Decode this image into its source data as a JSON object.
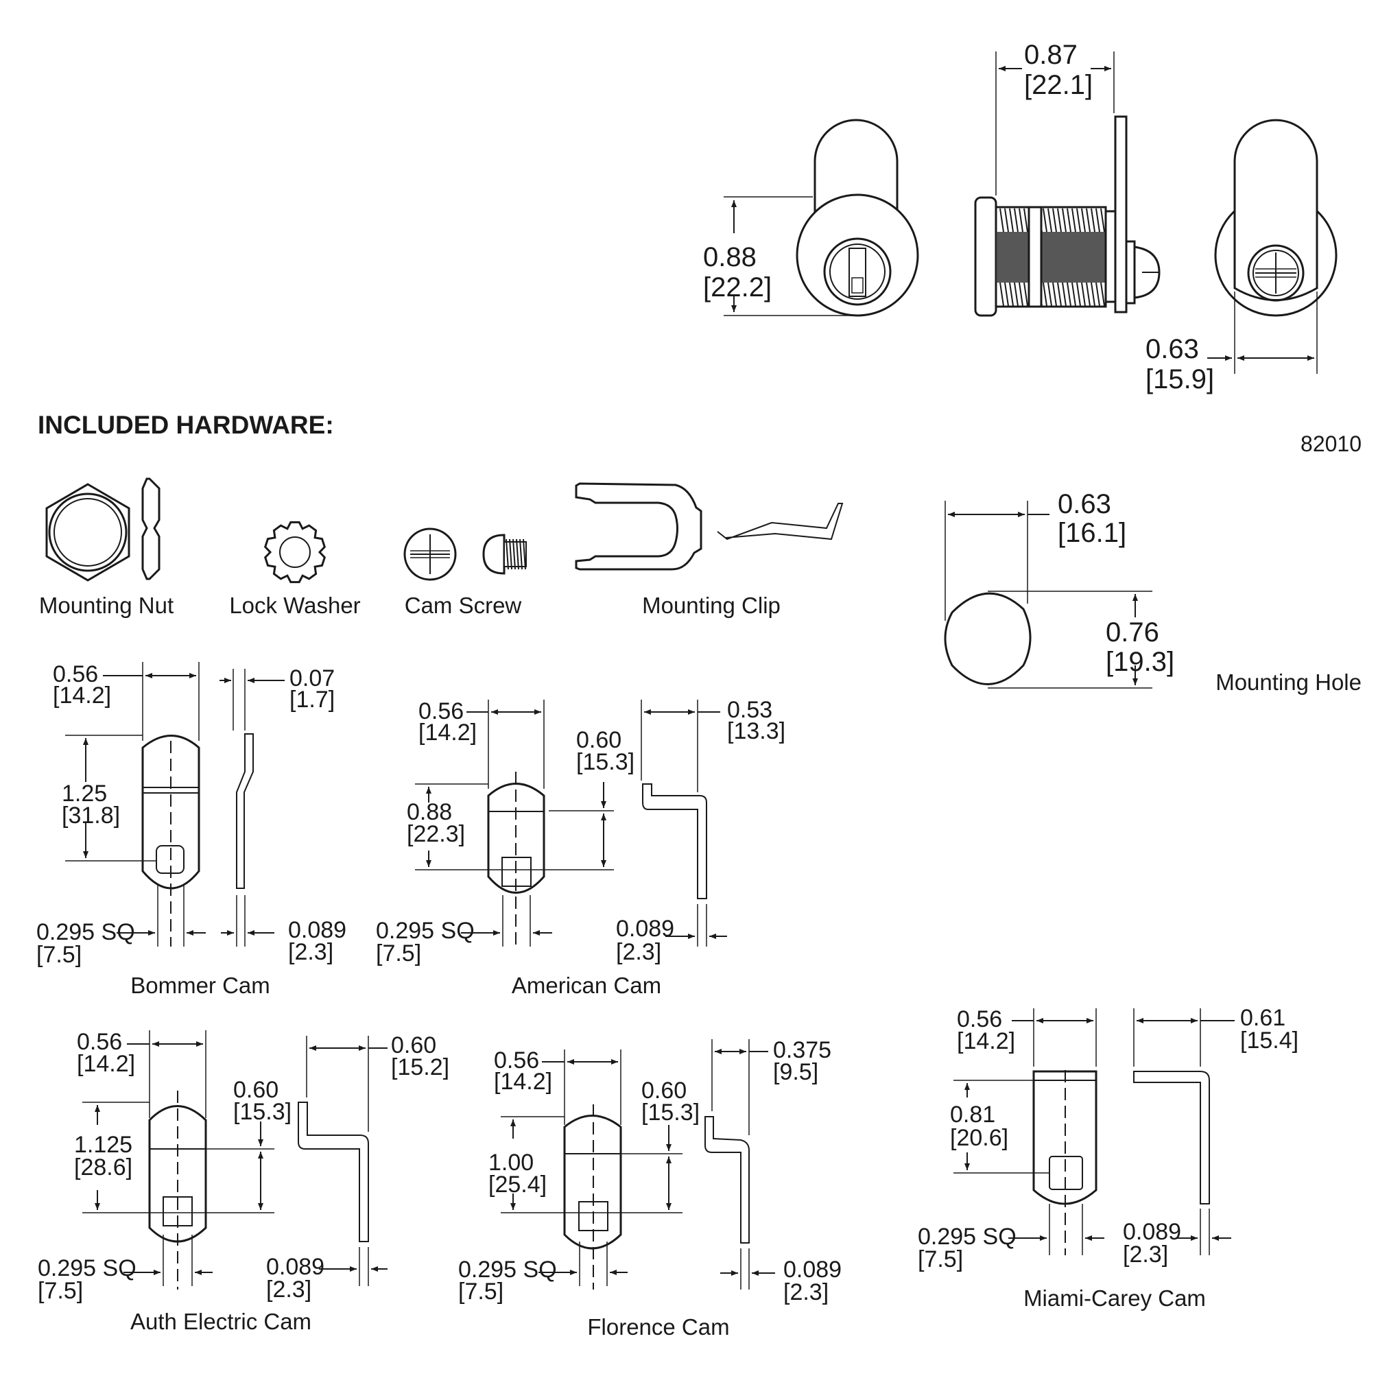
{
  "part_number": "82010",
  "section_heading": "INCLUDED HARDWARE:",
  "lock_views": {
    "front_height": {
      "in": "0.88",
      "mm": "[22.2]"
    },
    "side_length": {
      "in": "0.87",
      "mm": "[22.1]"
    },
    "rear_width": {
      "in": "0.63",
      "mm": "[15.9]"
    }
  },
  "hardware": [
    {
      "label": "Mounting Nut"
    },
    {
      "label": "Lock Washer"
    },
    {
      "label": "Cam Screw"
    },
    {
      "label": "Mounting Clip"
    }
  ],
  "mounting_hole": {
    "label": "Mounting Hole",
    "width": {
      "in": "0.63",
      "mm": "[16.1]"
    },
    "height": {
      "in": "0.76",
      "mm": "[19.3]"
    }
  },
  "cams": [
    {
      "name": "Bommer Cam",
      "width": {
        "in": "0.56",
        "mm": "[14.2]"
      },
      "length": {
        "in": "1.25",
        "mm": "[31.8]"
      },
      "offset": {
        "in": "0.07",
        "mm": "[1.7]"
      },
      "square": {
        "in": "0.295 SQ",
        "mm": "[7.5]"
      },
      "thickness": {
        "in": "0.089",
        "mm": "[2.3]"
      }
    },
    {
      "name": "American Cam",
      "width": {
        "in": "0.56",
        "mm": "[14.2]"
      },
      "length": {
        "in": "0.88",
        "mm": "[22.3]"
      },
      "center": {
        "in": "0.60",
        "mm": "[15.3]"
      },
      "offset": {
        "in": "0.53",
        "mm": "[13.3]"
      },
      "square": {
        "in": "0.295  SQ",
        "mm": "[7.5]"
      },
      "thickness": {
        "in": "0.089",
        "mm": "[2.3]"
      }
    },
    {
      "name": "Auth Electric Cam",
      "width": {
        "in": "0.56",
        "mm": "[14.2]"
      },
      "length": {
        "in": "1.125",
        "mm": "[28.6]"
      },
      "center": {
        "in": "0.60",
        "mm": "[15.3]"
      },
      "offset": {
        "in": "0.60",
        "mm": "[15.2]"
      },
      "square": {
        "in": "0.295  SQ",
        "mm": "[7.5]"
      },
      "thickness": {
        "in": "0.089",
        "mm": "[2.3]"
      }
    },
    {
      "name": "Florence Cam",
      "width": {
        "in": "0.56",
        "mm": "[14.2]"
      },
      "length": {
        "in": "1.00",
        "mm": "[25.4]"
      },
      "center": {
        "in": "0.60",
        "mm": "[15.3]"
      },
      "offset": {
        "in": "0.375",
        "mm": "[9.5]"
      },
      "square": {
        "in": "0.295 SQ",
        "mm": "[7.5]"
      },
      "thickness": {
        "in": "0.089",
        "mm": "[2.3]"
      }
    },
    {
      "name": "Miami-Carey Cam",
      "width": {
        "in": "0.56",
        "mm": "[14.2]"
      },
      "length": {
        "in": "0.81",
        "mm": "[20.6]"
      },
      "offset": {
        "in": "0.61",
        "mm": "[15.4]"
      },
      "square": {
        "in": "0.295 SQ",
        "mm": "[7.5]"
      },
      "thickness": {
        "in": "0.089",
        "mm": "[2.3]"
      }
    }
  ]
}
